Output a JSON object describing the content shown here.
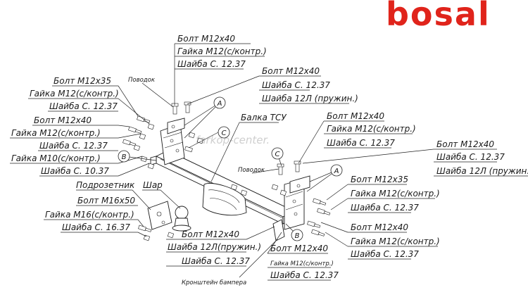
{
  "brand": {
    "logo_text": "bosal",
    "color": "#e0241b"
  },
  "watermark": "farkop-center.",
  "label_groups": [
    {
      "name": "group-top-center",
      "lines": [
        "Болт М12х40",
        "Гайка М12(с/контр.)",
        "Шайба С. 12.37"
      ]
    },
    {
      "name": "group-top-right",
      "lines": [
        "Болт М12х40",
        "Шайба С. 12.37",
        "Шайба 12Л (пружин.)"
      ]
    },
    {
      "name": "group-left-upper",
      "lines": [
        "Болт М12х35",
        "Гайка М12(с/контр.)",
        "Шайба С. 12.37"
      ]
    },
    {
      "name": "group-left-middle",
      "lines": [
        "Болт М12х40",
        "Гайка М12(с/контр.)",
        "Шайба С. 12.37"
      ]
    },
    {
      "name": "group-left-lower",
      "lines": [
        "Гайка М10(с/контр.)",
        "Шайба С. 10.37"
      ]
    },
    {
      "name": "group-ball-mount",
      "lines": [
        "Болт М16х50",
        "Гайка М16(с/контр.)",
        "Шайба С. 16.37"
      ]
    },
    {
      "name": "group-bottom-center",
      "lines": [
        "Болт М12х40",
        "Шайба 12Л(пружин.)",
        "Шайба С. 12.37"
      ]
    },
    {
      "name": "group-center-right",
      "lines": [
        "Болт М12х40",
        "Гайка М12(с/контр.)",
        "Шайба С. 12.37"
      ]
    },
    {
      "name": "group-far-right",
      "lines": [
        "Болт М12х40",
        "Шайба С. 12.37",
        "Шайба 12Л (пружин.)"
      ]
    },
    {
      "name": "group-right-middle",
      "lines": [
        "Болт М12х35",
        "Гайка М12(с/контр.)",
        "Шайба С. 12.37"
      ]
    },
    {
      "name": "group-right-lower",
      "lines": [
        "Болт М12х40",
        "Гайка М12(с/контр.)",
        "Шайба С. 12.37"
      ]
    },
    {
      "name": "group-bottom-small",
      "lines": [
        "Болт М12х40",
        "Гайка М12(с/контр.)",
        "Шайба С. 12.37"
      ]
    }
  ],
  "part_labels": {
    "lead_left": "Поводок",
    "lead_right": "Поводок",
    "tow_beam": "Балка ТСУ",
    "socket_bracket": "Подрозетник",
    "ball": "Шар",
    "bumper_bracket": "Кронштейн бампера"
  },
  "callouts": {
    "a_top": "A",
    "a_right": "A",
    "b_left": "B",
    "b_bottom": "B",
    "c_top": "C",
    "c_center": "C"
  }
}
